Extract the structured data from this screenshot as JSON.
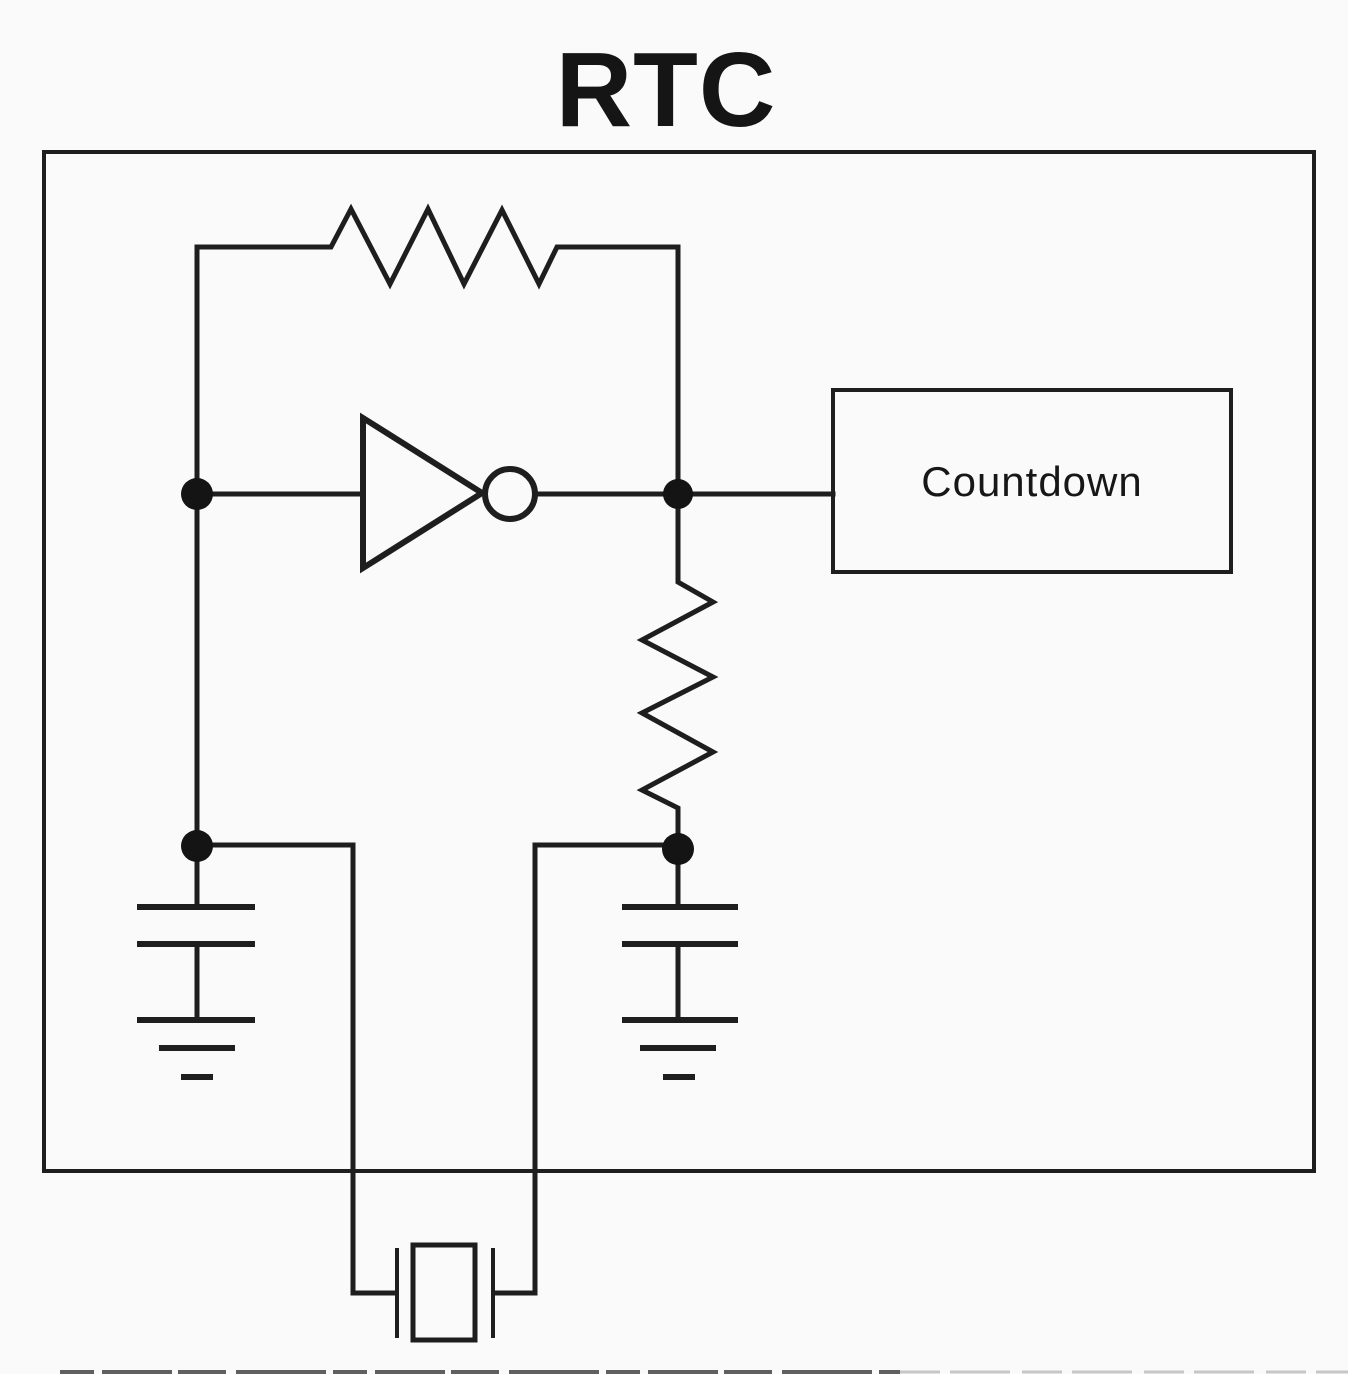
{
  "title": "RTC",
  "rtc_block": {
    "countdown_label": "Countdown"
  },
  "colors": {
    "line": "#1e1e1e",
    "node_fill": "#141414",
    "background": "#fbfafb"
  },
  "components": [
    "rtc-boundary-box",
    "feedback-resistor",
    "inverter",
    "series-resistor",
    "load-capacitor-left",
    "load-capacitor-right",
    "ground-symbol-left",
    "ground-symbol-right",
    "crystal-oscillator",
    "countdown-block"
  ]
}
